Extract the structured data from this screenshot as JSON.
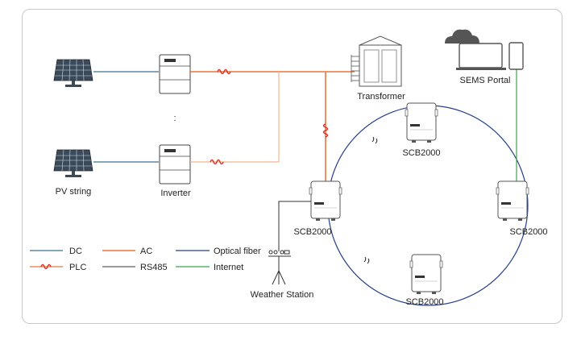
{
  "labels": {
    "pv_string": "PV string",
    "inverter": "Inverter",
    "ellipsis": ":",
    "transformer": "Transformer",
    "sems_portal": "SEMS Portal",
    "scb_top": "SCB2000",
    "scb_left": "SCB2000",
    "scb_right": "SCB2000",
    "scb_bottom": "SCB2000",
    "weather_station": "Weather Station"
  },
  "legend": [
    {
      "label": "DC",
      "color": "#3f6f8f",
      "style": "line"
    },
    {
      "label": "AC",
      "color": "#e8773a",
      "style": "line"
    },
    {
      "label": "Optical fiber",
      "color": "#27408b",
      "style": "line"
    },
    {
      "label": "PLC",
      "color": "#e8773a",
      "style": "wave"
    },
    {
      "label": "RS485",
      "color": "#333333",
      "style": "line"
    },
    {
      "label": "Internet",
      "color": "#3fa34d",
      "style": "line"
    }
  ],
  "colors": {
    "dc": "#3f6f8f",
    "ac": "#e8773a",
    "ac_light": "#f2b38f",
    "plc": "#d9362b",
    "fiber": "#27408b",
    "rs485": "#333333",
    "internet": "#3fa34d"
  }
}
